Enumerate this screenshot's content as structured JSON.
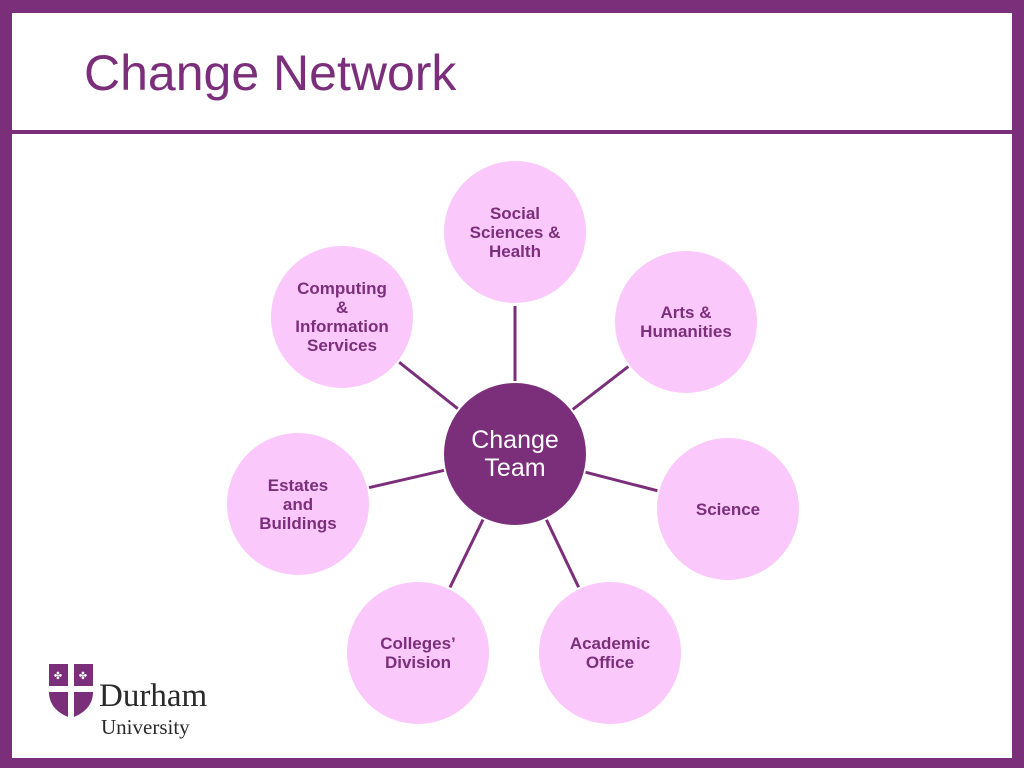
{
  "slide": {
    "title": "Change Network"
  },
  "diagram": {
    "center": {
      "label": "Change\nTeam"
    },
    "nodes": [
      {
        "id": "social-sciences",
        "label": "Social\nSciences &\nHealth"
      },
      {
        "id": "arts-humanities",
        "label": "Arts &\nHumanities"
      },
      {
        "id": "science",
        "label": "Science"
      },
      {
        "id": "academic-office",
        "label": "Academic\nOffice"
      },
      {
        "id": "colleges-division",
        "label": "Colleges’\nDivision"
      },
      {
        "id": "estates-buildings",
        "label": "Estates\nand\nBuildings"
      },
      {
        "id": "computing-information-services",
        "label": "Computing\n&\nInformation\nServices"
      }
    ]
  },
  "logo": {
    "name": "Durham",
    "subname": "University"
  },
  "colors": {
    "brand_purple": "#7b2f7b",
    "node_pink": "#fbc8fb",
    "background": "#ffffff"
  }
}
